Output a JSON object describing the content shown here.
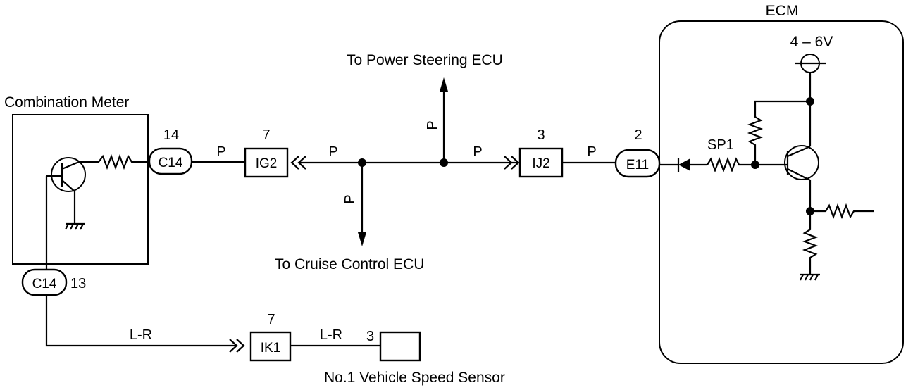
{
  "components": {
    "combination_meter": "Combination Meter",
    "ecm": "ECM",
    "speed_sensor": "No.1 Vehicle Speed Sensor",
    "to_power_steering": "To Power Steering ECU",
    "to_cruise_control": "To Cruise Control ECU"
  },
  "ecm_internal": {
    "voltage": "4 – 6V",
    "sp1": "SP1"
  },
  "connectors": {
    "c14_top": {
      "id": "C14",
      "pin": "14"
    },
    "c14_bottom": {
      "id": "C14",
      "pin": "13"
    },
    "ig2": {
      "id": "IG2",
      "pin": "7"
    },
    "ij2": {
      "id": "IJ2",
      "pin": "3"
    },
    "e11": {
      "id": "E11",
      "pin": "2"
    },
    "ik1": {
      "id": "IK1",
      "pin": "7"
    },
    "sensor_pin": "3"
  },
  "wire_colors": {
    "c14_to_ig2": "P",
    "ig2_to_junction": "P",
    "branch_up": "P",
    "branch_down": "P",
    "to_ij2": "P",
    "ij2_to_e11": "P",
    "lower_left": "L-R",
    "ik1_to_sensor": "L-R"
  }
}
